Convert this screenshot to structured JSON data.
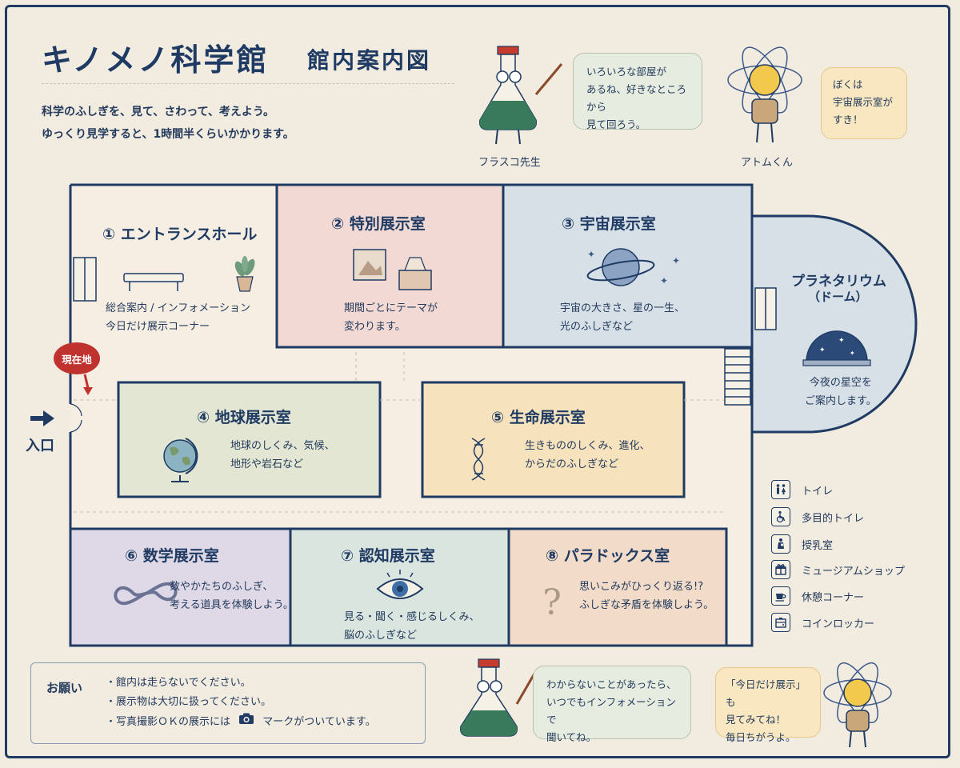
{
  "header": {
    "title": "キノメノ科学館",
    "subtitle": "館内案内図",
    "intro": [
      "科学のふしぎを、見て、さわって、考えよう。",
      "ゆっくり見学すると、1時間半くらいかかります。"
    ]
  },
  "characters": {
    "flask_name": "フラスコ先生",
    "atom_name": "アトムくん",
    "bubble_top_flask": "いろいろな部屋が\nあるね、好きなところから\n見て回ろう。",
    "bubble_top_atom": "ぼくは\n宇宙展示室が\nすき！",
    "bubble_bottom_flask": "わからないことがあったら、\nいつでもインフォメーションで\n聞いてね。",
    "bubble_bottom_atom": "「今日だけ展示」も\n見てみてね！\n毎日ちがうよ。"
  },
  "rooms": [
    {
      "title": "① エントランスホール",
      "desc": "総合案内 / インフォメーション\n今日だけ展示コーナー",
      "color": "#f6eee2"
    },
    {
      "title": "② 特別展示室",
      "desc": "期間ごとにテーマが\n変わります。",
      "color": "#f2d9d3"
    },
    {
      "title": "③ 宇宙展示室",
      "desc": "宇宙の大きさ、星の一生、\n光のふしぎなど",
      "color": "#d7e0e7"
    },
    {
      "title": "④ 地球展示室",
      "desc": "地球のしくみ、気候、\n地形や岩石など",
      "color": "#e3e6d2"
    },
    {
      "title": "⑤ 生命展示室",
      "desc": "生きもののしくみ、進化、\nからだのふしぎなど",
      "color": "#f6e3bd"
    },
    {
      "title": "⑥ 数学展示室",
      "desc": "数やかたちのふしぎ、\n考える道具を体験しよう。",
      "color": "#dfd8e6"
    },
    {
      "title": "⑦ 認知展示室",
      "desc": "見る・聞く・感じるしくみ、\n脳のふしぎなど",
      "color": "#dbe5df"
    },
    {
      "title": "⑧ パラドックス室",
      "desc": "思いこみがひっくり返る!?\nふしぎな矛盾を体験しよう。",
      "color": "#f2dcc9"
    }
  ],
  "planetarium": {
    "title": "プラネタリウム",
    "subtitle": "（ドーム）",
    "desc": "今夜の星空を\nご案内します。",
    "color": "#d7e0e7"
  },
  "map": {
    "current_location": "現在地",
    "entrance": "入口",
    "line_color": "#1f3b63",
    "pin_color": "#c0322e"
  },
  "legend": [
    {
      "icon": "restroom-icon",
      "label": "トイレ"
    },
    {
      "icon": "accessible-restroom-icon",
      "label": "多目的トイレ"
    },
    {
      "icon": "nursing-room-icon",
      "label": "授乳室"
    },
    {
      "icon": "gift-shop-icon",
      "label": "ミュージアムショップ"
    },
    {
      "icon": "cafe-icon",
      "label": "休憩コーナー"
    },
    {
      "icon": "locker-icon",
      "label": "コインロッカー"
    }
  ],
  "notice": {
    "title": "お願い",
    "items": [
      "・館内は走らないでください。",
      "・展示物は大切に扱ってください。",
      "・写真撮影ＯＫの展示には"
    ],
    "camera_suffix": "マークがついています。"
  }
}
